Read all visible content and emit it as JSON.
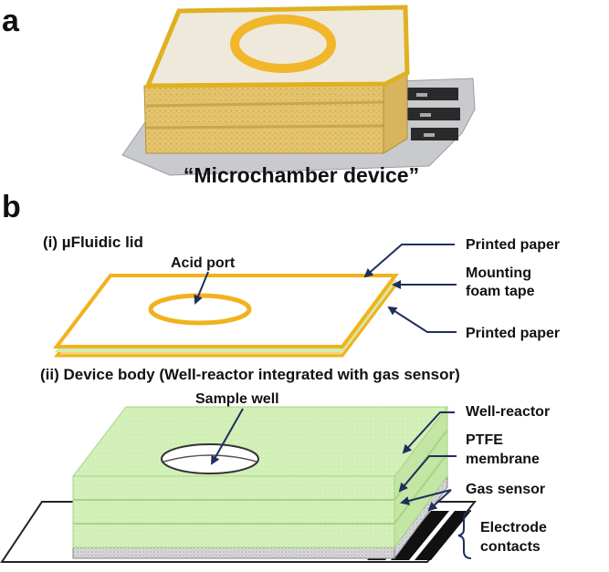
{
  "panel_a": {
    "letter": "a",
    "caption": "“Microchamber device”"
  },
  "panel_b": {
    "letter": "b",
    "lid": {
      "title": "(i) µFluidic lid",
      "port_label": "Acid port",
      "callouts": [
        "Printed paper",
        "Mounting",
        "foam tape",
        "Printed paper"
      ]
    },
    "body": {
      "title": "(ii) Device body (Well-reactor integrated with gas sensor)",
      "well_label": "Sample well",
      "callouts": [
        "Well-reactor",
        "PTFE",
        "membrane",
        "Gas sensor",
        "Electrode",
        "contacts"
      ]
    }
  },
  "colors": {
    "printed_paper": "#f2b21c",
    "foam": "#cdeeb0",
    "foam_side": "#b6e096",
    "arrow": "#1f2f5c",
    "photo_foam": "#e6c97a",
    "photo_paper": "#efe9dc"
  }
}
